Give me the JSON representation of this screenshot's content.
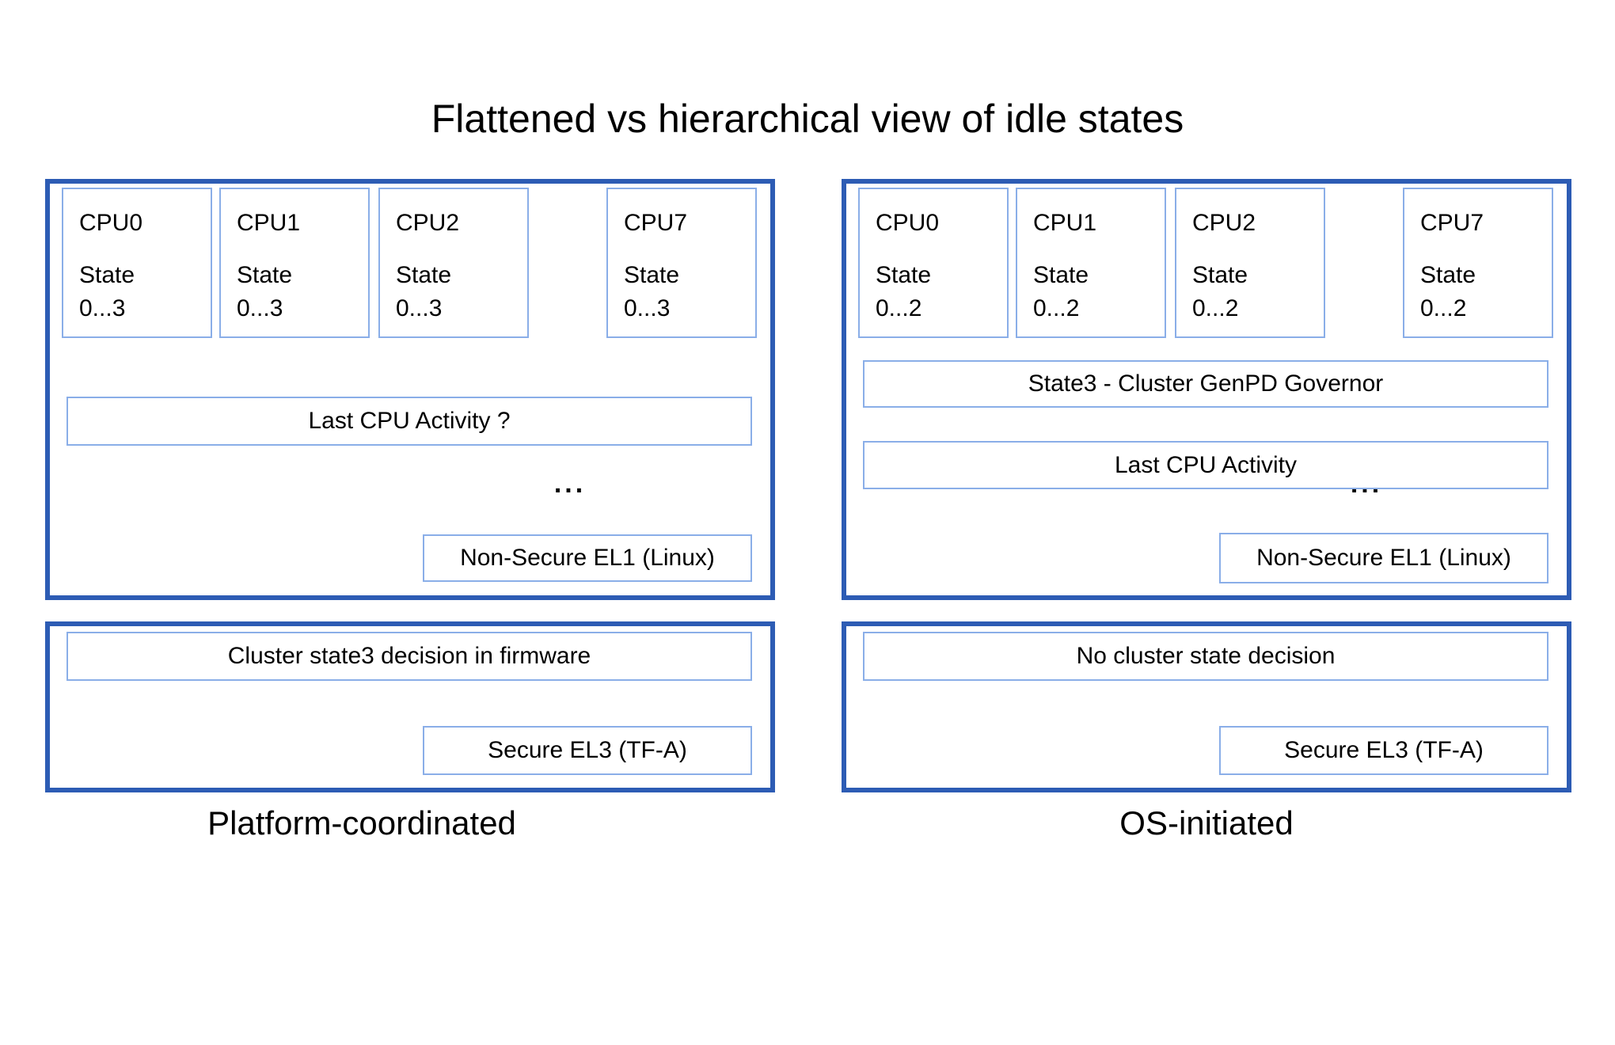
{
  "title": "Flattened vs hierarchical view of idle states",
  "colors": {
    "outer_border": "#2d5cb4",
    "inner_border": "#8aaee8",
    "text": "#000000",
    "background": "#ffffff"
  },
  "panels": [
    {
      "label": "Platform-coordinated",
      "cpus": [
        {
          "name": "CPU0",
          "state_line1": "State",
          "state_line2": "0...3"
        },
        {
          "name": "CPU1",
          "state_line1": "State",
          "state_line2": "0...3"
        },
        {
          "name": "CPU2",
          "state_line1": "State",
          "state_line2": "0...3"
        },
        {
          "name": "CPU7",
          "state_line1": "State",
          "state_line2": "0...3"
        }
      ],
      "ellipsis": "...",
      "boxes": {
        "activity": "Last CPU Activity ?",
        "el1": "Non-Secure EL1 (Linux)",
        "cluster_decision": "Cluster state3 decision in firmware",
        "el3": "Secure EL3 (TF-A)"
      }
    },
    {
      "label": "OS-initiated",
      "cpus": [
        {
          "name": "CPU0",
          "state_line1": "State",
          "state_line2": "0...2"
        },
        {
          "name": "CPU1",
          "state_line1": "State",
          "state_line2": "0...2"
        },
        {
          "name": "CPU2",
          "state_line1": "State",
          "state_line2": "0...2"
        },
        {
          "name": "CPU7",
          "state_line1": "State",
          "state_line2": "0...2"
        }
      ],
      "ellipsis": "...",
      "boxes": {
        "governor": "State3 - Cluster GenPD Governor",
        "activity": "Last CPU Activity",
        "el1": "Non-Secure EL1 (Linux)",
        "cluster_decision": "No cluster state decision",
        "el3": "Secure EL3 (TF-A)"
      }
    }
  ]
}
